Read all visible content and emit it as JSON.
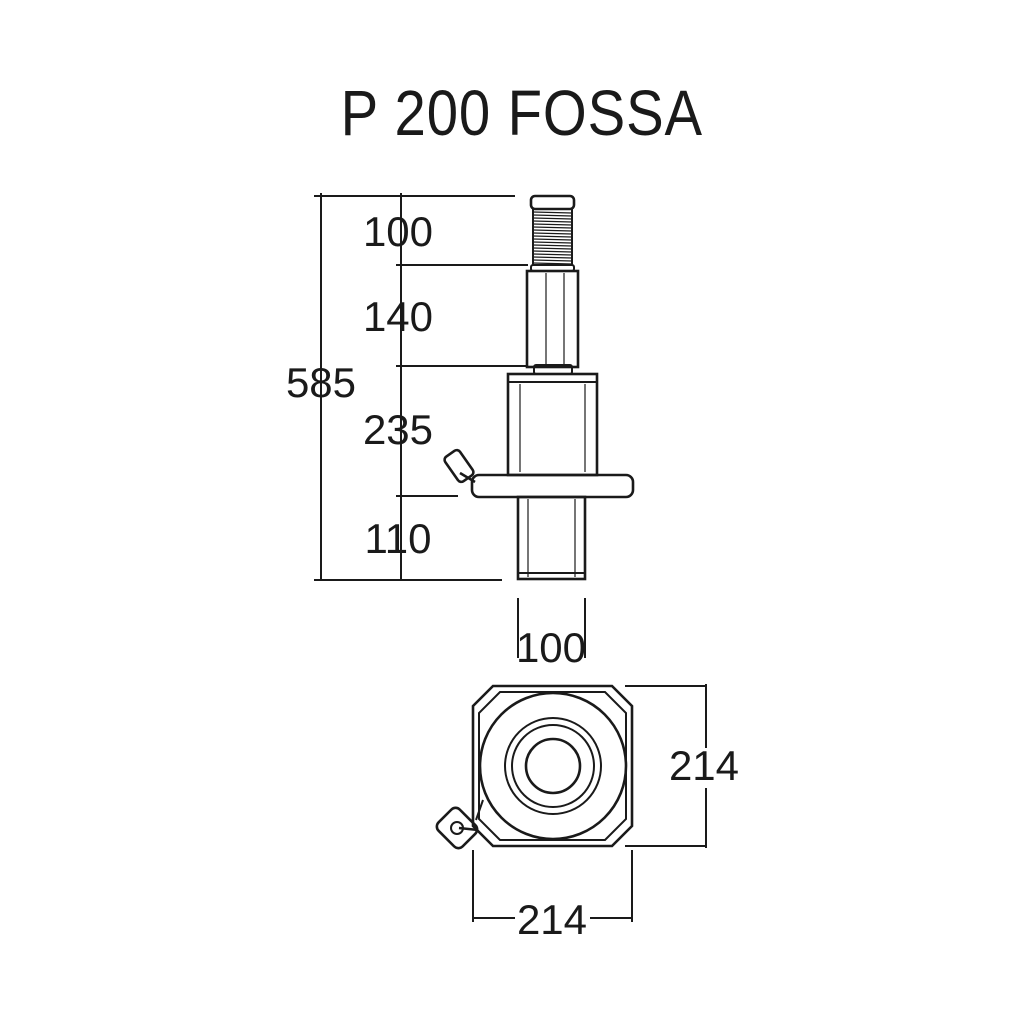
{
  "title": "P 200 FOSSA",
  "side_view": {
    "total_height": "585",
    "segments": [
      "100",
      "140",
      "235",
      "110"
    ],
    "base_width": "100"
  },
  "top_view": {
    "depth": "214",
    "width": "214"
  }
}
